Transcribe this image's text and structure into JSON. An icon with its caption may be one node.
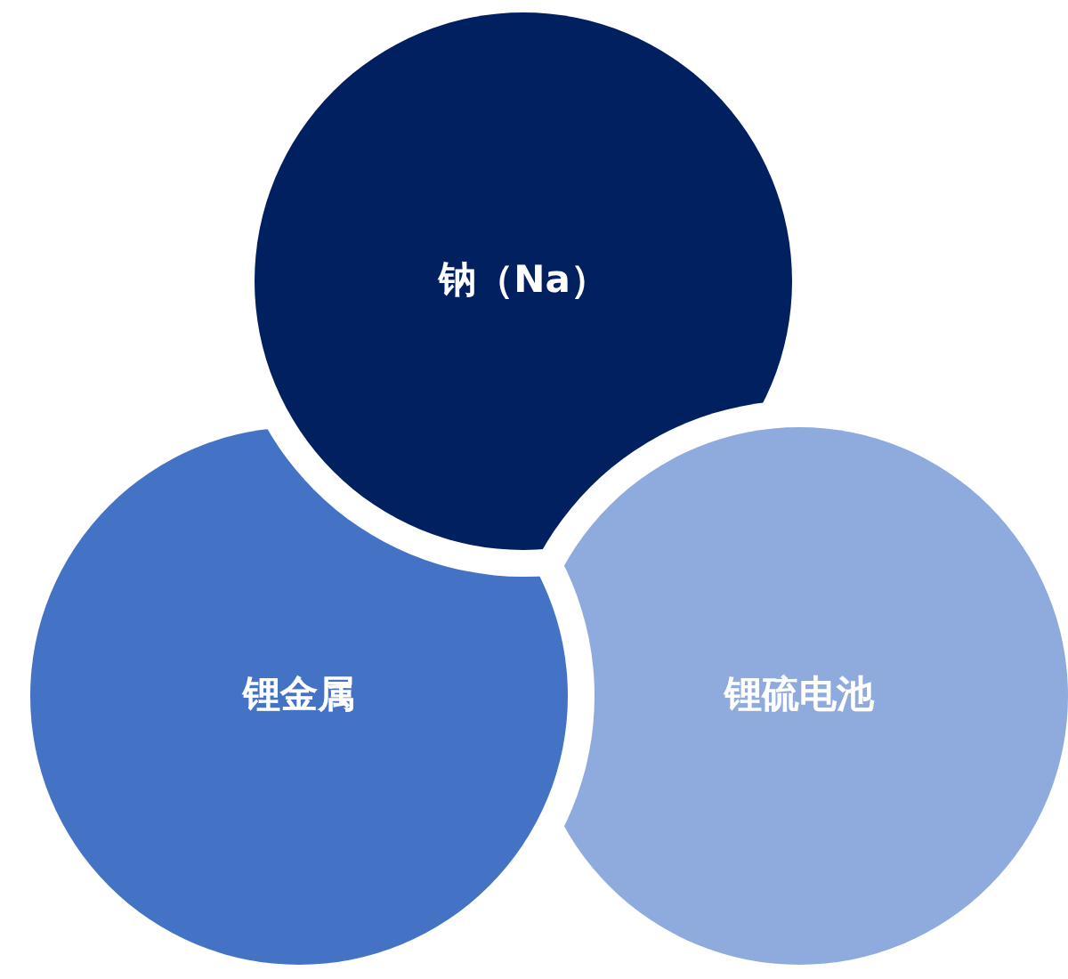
{
  "diagram": {
    "nodes": [
      {
        "text": [
          "钠（Na）"
        ]
      },
      {
        "text": [
          "锂金属"
        ]
      },
      {
        "text": [
          "锂硫电池"
        ]
      }
    ]
  }
}
